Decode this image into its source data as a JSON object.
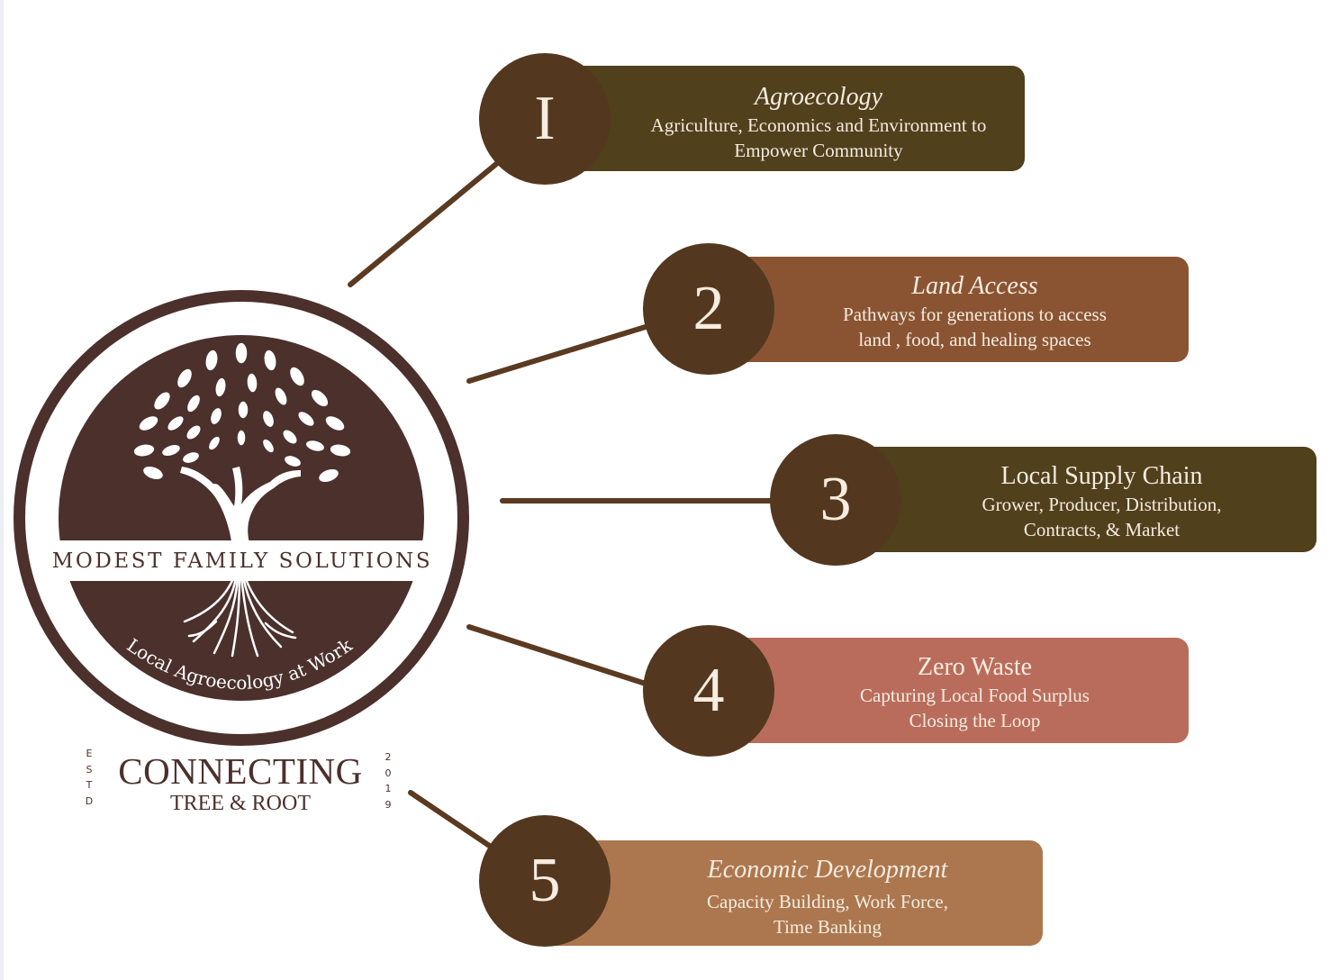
{
  "colors": {
    "logo_brown": "#4b302c",
    "circle_brown": "#54371f",
    "connector": "#5a3a21",
    "olive": "#51401c",
    "copper": "#8a5433",
    "rose": "#b96c5b",
    "tan": "#ac774e",
    "text_light": "#f5ece1"
  },
  "logo": {
    "band_text": "MODEST FAMILY SOLUTIONS",
    "arc_text": "Local Agroecology at Work",
    "connecting": "CONNECTING",
    "tree_root": "TREE & ROOT",
    "estd": [
      "E",
      "S",
      "T",
      "D"
    ],
    "year": [
      "2",
      "0",
      "1",
      "9"
    ]
  },
  "items": [
    {
      "number": "I",
      "title": "Agroecology",
      "italic": true,
      "line1": "Agriculture, Economics and Environment to",
      "line2": "Empower Community",
      "color": "#51401c"
    },
    {
      "number": "2",
      "title": "Land Access",
      "italic": true,
      "line1": "Pathways for generations to access",
      "line2": "land , food, and healing spaces",
      "color": "#8a5433"
    },
    {
      "number": "3",
      "title": "Local Supply Chain",
      "italic": false,
      "line1": "Grower, Producer, Distribution,",
      "line2": "Contracts, & Market",
      "color": "#51401c"
    },
    {
      "number": "4",
      "title": "Zero Waste",
      "italic": false,
      "line1": "Capturing Local Food Surplus",
      "line2": "Closing the Loop",
      "color": "#b96c5b"
    },
    {
      "number": "5",
      "title": "Economic Development",
      "italic": true,
      "line1": "Capacity Building, Work Force,",
      "line2": "Time Banking",
      "color": "#ac774e"
    }
  ]
}
